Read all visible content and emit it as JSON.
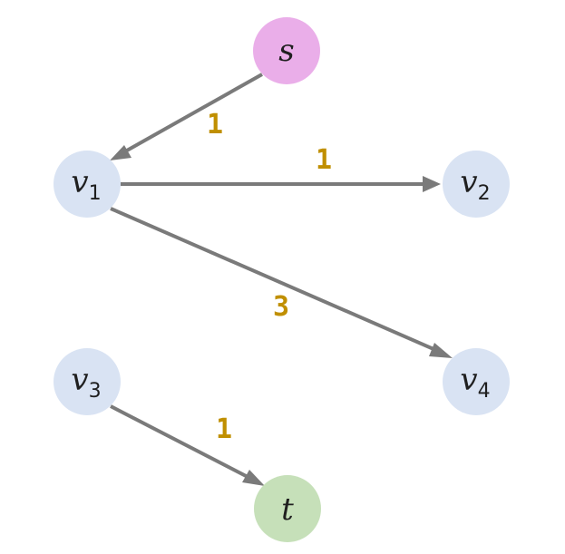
{
  "colors": {
    "source_fill": "#eaaee9",
    "sink_fill": "#c6e0b9",
    "node_fill": "#d9e3f3",
    "edge": "#7a7a7a",
    "weight": "#c08f00"
  },
  "nodes": {
    "s": {
      "label": "s",
      "sub": ""
    },
    "v1": {
      "label": "v",
      "sub": "1"
    },
    "v2": {
      "label": "v",
      "sub": "2"
    },
    "v3": {
      "label": "v",
      "sub": "3"
    },
    "v4": {
      "label": "v",
      "sub": "4"
    },
    "t": {
      "label": "t",
      "sub": ""
    }
  },
  "edges": [
    {
      "from": "s",
      "to": "v1",
      "weight": "1"
    },
    {
      "from": "v1",
      "to": "v2",
      "weight": "1"
    },
    {
      "from": "v1",
      "to": "v4",
      "weight": "3"
    },
    {
      "from": "v3",
      "to": "t",
      "weight": "1"
    }
  ]
}
